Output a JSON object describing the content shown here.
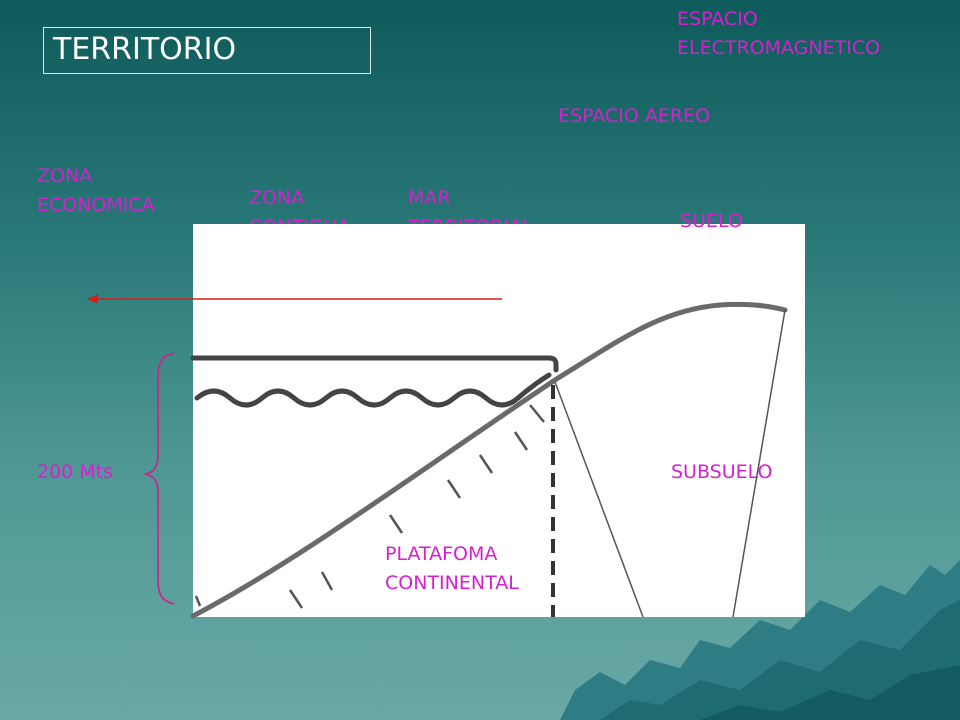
{
  "slide": {
    "title": "TERRITORIO",
    "colors": {
      "label": "#d81fd0",
      "arrow": "#d0201f",
      "brace": "#c8288a",
      "title_text": "#ffffff"
    }
  },
  "labels": {
    "espacio_electromagnetico": [
      "ESPACIO",
      "ELECTROMAGNETICO"
    ],
    "espacio_aereo": "ESPACIO AEREO",
    "zona_economica": [
      "ZONA",
      "ECONOMICA"
    ],
    "zona_contigua": [
      "ZONA",
      "CONTIGUA"
    ],
    "mar_territorial": [
      "MAR",
      "TERRITORIAL"
    ],
    "suelo": "SUELO",
    "depth": "200 Mts",
    "subsuelo": "SUBSUELO",
    "plataforma": [
      "PLATAFOMA",
      "CONTINENTAL"
    ]
  }
}
